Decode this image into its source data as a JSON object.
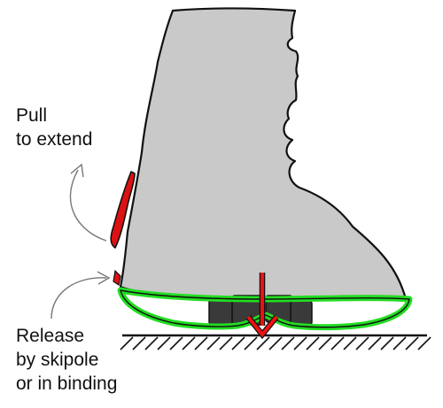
{
  "labels": {
    "pull": [
      "Pull",
      "to extend"
    ],
    "release": [
      "Release",
      "by skipole",
      "or in binding"
    ]
  },
  "colors": {
    "boot_fill": "#c9c9c9",
    "outline": "#111111",
    "sole_green": "#22dd22",
    "strap_red": "#dd1111",
    "arrow_red": "#ee1111",
    "pointer_gray": "#777777",
    "sole_dark": "#3a3a3a"
  },
  "icons": [
    "curved-arrow-icon",
    "down-arrow-icon"
  ]
}
